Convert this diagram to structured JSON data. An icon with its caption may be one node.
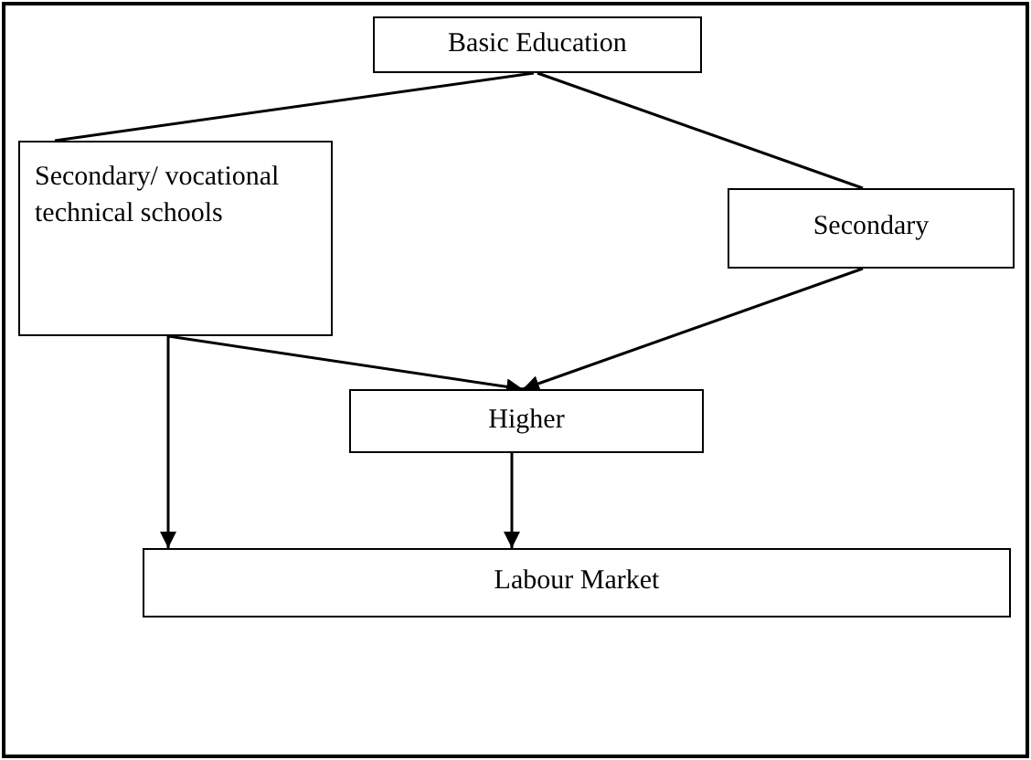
{
  "diagram": {
    "nodes": [
      {
        "text": [
          "Basic Education"
        ]
      },
      {
        "text": [
          "Secondary/ vocational technical schools"
        ]
      },
      {
        "text": [
          "Secondary"
        ]
      },
      {
        "text": [
          "Higher"
        ]
      },
      {
        "text": [
          "Labour Market"
        ]
      }
    ],
    "edges": [
      {
        "from": 0,
        "to": 1,
        "arrow": "none"
      },
      {
        "from": 0,
        "to": 2,
        "arrow": "none"
      },
      {
        "from": 1,
        "to": 3,
        "arrow": "to"
      },
      {
        "from": 2,
        "to": 3,
        "arrow": "to"
      },
      {
        "from": 1,
        "to": 4,
        "arrow": "to"
      },
      {
        "from": 3,
        "to": 4,
        "arrow": "to"
      }
    ]
  }
}
